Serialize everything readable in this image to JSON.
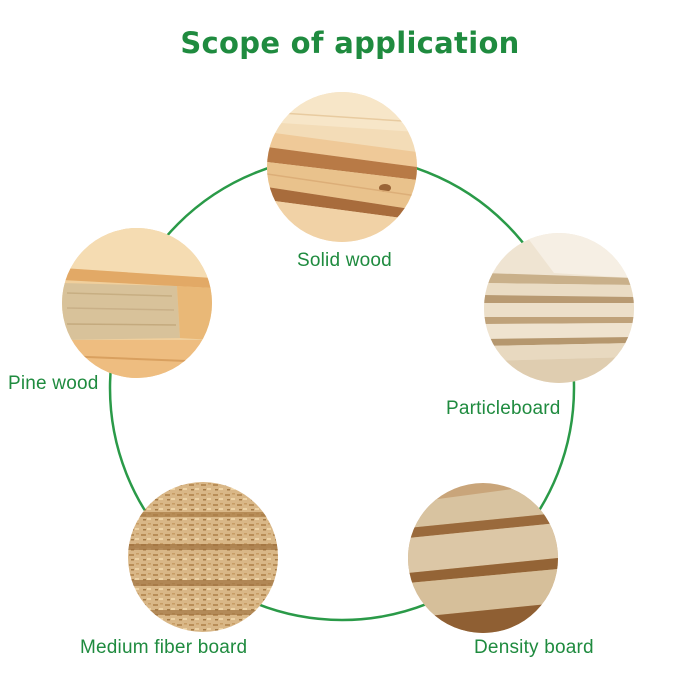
{
  "title": "Scope of application",
  "colors": {
    "accent": "#1f8b3f",
    "ring": "#2a9a48"
  },
  "nodes": [
    {
      "icon": "solid-wood-icon",
      "label": "Solid wood"
    },
    {
      "icon": "particleboard-icon",
      "label": "Particleboard"
    },
    {
      "icon": "density-board-icon",
      "label": "Density board"
    },
    {
      "icon": "medium-fiber-board-icon",
      "label": "Medium fiber board"
    },
    {
      "icon": "pine-wood-icon",
      "label": "Pine wood"
    }
  ]
}
